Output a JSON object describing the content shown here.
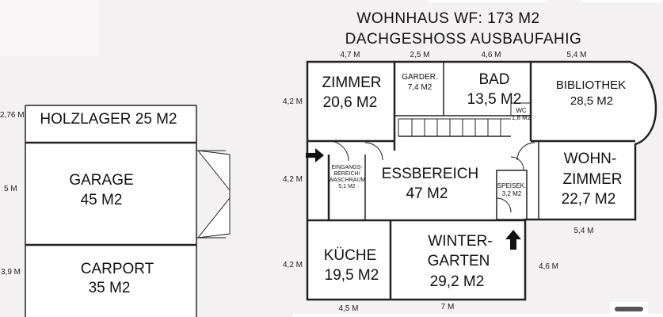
{
  "title": {
    "line1": "WOHNHAUS WF: 173 M2",
    "line2": "DACHGESHOSS AUSBAUFAHIG"
  },
  "outbuilding": {
    "holzlager": "HOLZLAGER 25 M2",
    "garage_name": "GARAGE",
    "garage_area": "45 M2",
    "carport_name": "CARPORT",
    "carport_area": "35 M2",
    "dim_holzlager": "2,76 M",
    "dim_garage": "5 M",
    "dim_carport": "3,9 M"
  },
  "rooms": {
    "zimmer_name": "ZIMMER",
    "zimmer_area": "20,6 M2",
    "garder_name": "GARDER.",
    "garder_area": "7,4 M2",
    "bad_name": "BAD",
    "bad_area": "13,5 M2",
    "wc_name": "WC",
    "wc_area": "1,8 M2",
    "bibliothek_name": "BIBLIOTHEK",
    "bibliothek_area": "28,5 M2",
    "eingang_l1": "EINGANGS-",
    "eingang_l2": "BEREICH/",
    "eingang_l3": "WASCHRAUM",
    "eingang_area": "5,1 M2",
    "essbereich_name": "ESSBEREICH",
    "essbereich_area": "47 M2",
    "speisek_name": "SPEISEK.",
    "speisek_area": "3,2 M2",
    "wohn_l1": "WOHN-",
    "wohn_l2": "ZIMMER",
    "wohn_area": "22,7 M2",
    "kueche_name": "KÜCHE",
    "kueche_area": "19,5 M2",
    "winter_l1": "WINTER-",
    "winter_l2": "GARTEN",
    "winter_area": "29,2 M2"
  },
  "dimensions": {
    "top_47": "4,7 M",
    "top_25": "2,5 M",
    "top_46": "4,6 M",
    "top_54": "5,4 M",
    "left_42a": "4,2 M",
    "left_42b": "4,2 M",
    "left_42c": "4,2 M",
    "right_54": "5,4 M",
    "right_46": "4,6 M",
    "bottom_45": "4,5 M",
    "bottom_7": "7 M"
  }
}
